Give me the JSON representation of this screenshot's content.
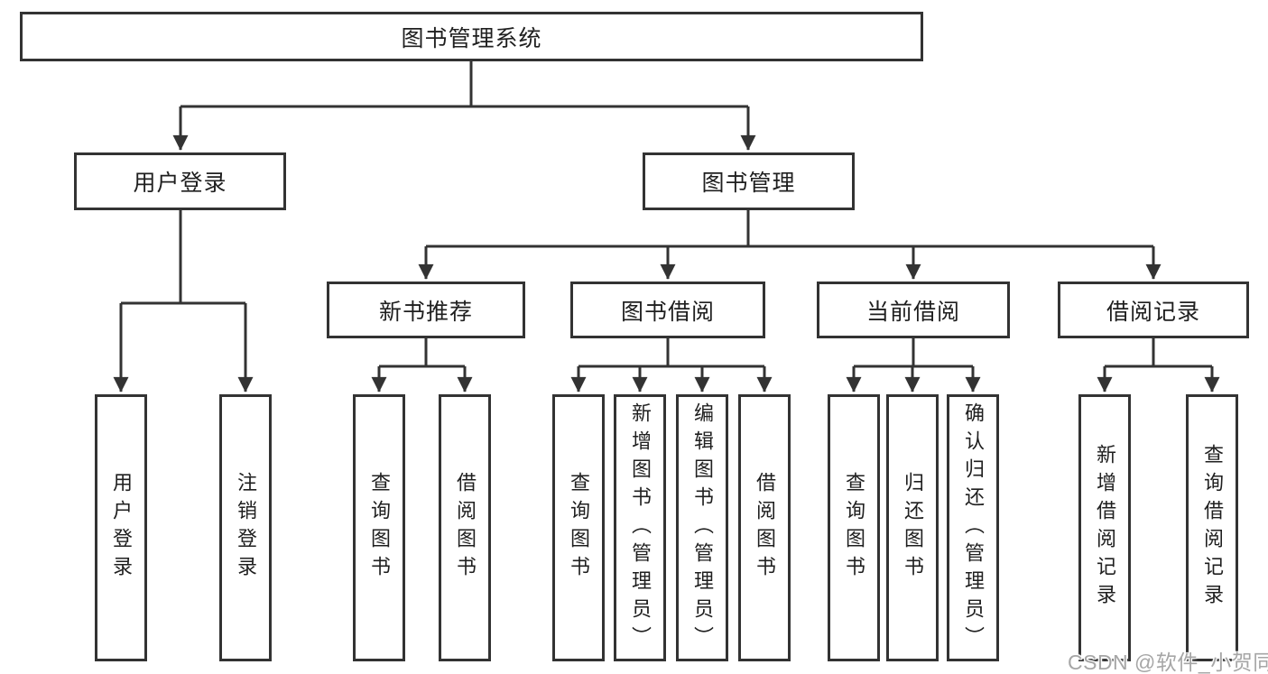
{
  "diagram": {
    "root": {
      "label": "图书管理系统"
    },
    "user_login": {
      "label": "用户登录",
      "children": [
        {
          "label": "用户登录"
        },
        {
          "label": "注销登录"
        }
      ]
    },
    "book_management": {
      "label": "图书管理",
      "sections": [
        {
          "label": "新书推荐",
          "children": [
            {
              "label": "查询图书"
            },
            {
              "label": "借阅图书"
            }
          ]
        },
        {
          "label": "图书借阅",
          "children": [
            {
              "label": "查询图书"
            },
            {
              "label": "新增图书（管理员）"
            },
            {
              "label": "编辑图书（管理员）"
            },
            {
              "label": "借阅图书"
            }
          ]
        },
        {
          "label": "当前借阅",
          "children": [
            {
              "label": "查询图书"
            },
            {
              "label": "归还图书"
            },
            {
              "label": "确认归还（管理员）"
            }
          ]
        },
        {
          "label": "借阅记录",
          "children": [
            {
              "label": "新增借阅记录"
            },
            {
              "label": "查询借阅记录"
            }
          ]
        }
      ]
    }
  },
  "watermark": {
    "text": "CSDN @软件_小贺同学"
  },
  "colors": {
    "line": "#333333",
    "text": "#1f1f1f",
    "watermark": "#a6a6a6"
  }
}
